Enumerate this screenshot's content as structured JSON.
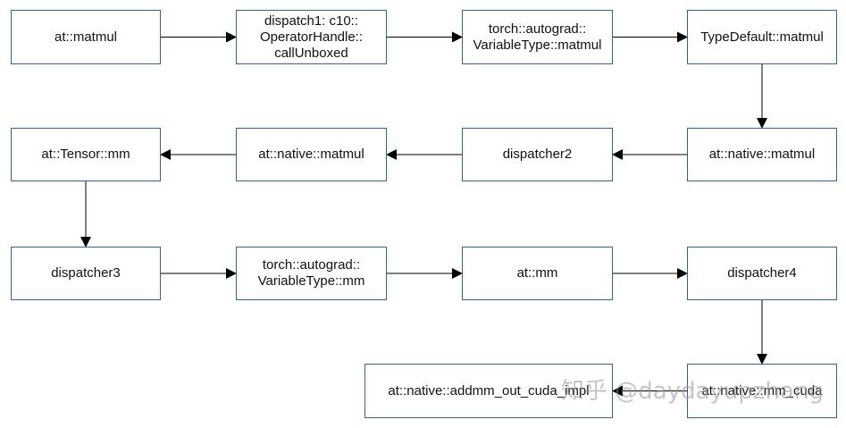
{
  "nodes": {
    "n1": "at::matmul",
    "n2": "dispatch1: c10::\nOperatorHandle::\ncallUnboxed",
    "n3": "torch::autograd::\nVariableType::matmul",
    "n4": "TypeDefault::matmul",
    "n5": "at::native::matmul",
    "n6": "dispatcher2",
    "n7": "at::native::matmul",
    "n8": "at::Tensor::mm",
    "n9": "dispatcher3",
    "n10": "torch::autograd::\nVariableType::mm",
    "n11": "at::mm",
    "n12": "dispatcher4",
    "n13": "at::native::mm_cuda",
    "n14": "at::native::addmm_out_cuda_impl"
  },
  "edges": [
    [
      "n1",
      "n2"
    ],
    [
      "n2",
      "n3"
    ],
    [
      "n3",
      "n4"
    ],
    [
      "n4",
      "n5"
    ],
    [
      "n5",
      "n6"
    ],
    [
      "n6",
      "n7"
    ],
    [
      "n7",
      "n8"
    ],
    [
      "n8",
      "n9"
    ],
    [
      "n9",
      "n10"
    ],
    [
      "n10",
      "n11"
    ],
    [
      "n11",
      "n12"
    ],
    [
      "n12",
      "n13"
    ],
    [
      "n13",
      "n14"
    ]
  ],
  "watermark": "知乎 @daydayupzhang"
}
